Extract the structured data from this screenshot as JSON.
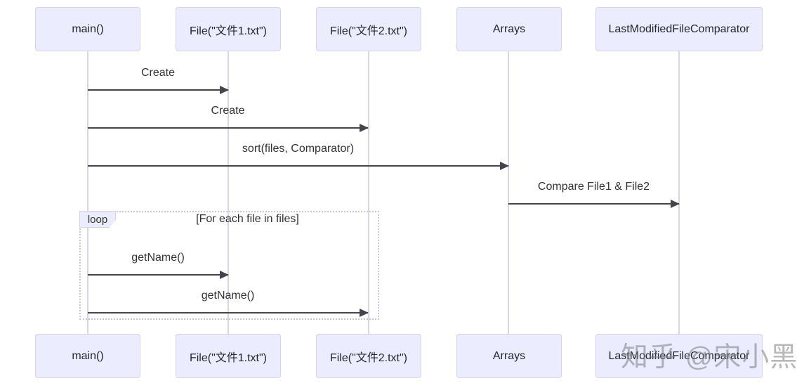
{
  "diagram": {
    "type": "sequence-diagram",
    "participants": [
      {
        "label": "main()"
      },
      {
        "label": "File(\"文件1.txt\")"
      },
      {
        "label": "File(\"文件2.txt\")"
      },
      {
        "label": "Arrays"
      },
      {
        "label": "LastModifiedFileComparator"
      }
    ],
    "messages": [
      {
        "label": "Create",
        "from": "main()",
        "to": "File(\"文件1.txt\")"
      },
      {
        "label": "Create",
        "from": "main()",
        "to": "File(\"文件2.txt\")"
      },
      {
        "label": "sort(files, Comparator)",
        "from": "main()",
        "to": "Arrays"
      },
      {
        "label": "Compare File1 & File2",
        "from": "Arrays",
        "to": "LastModifiedFileComparator"
      },
      {
        "label": "getName()",
        "from": "main()",
        "to": "File(\"文件1.txt\")"
      },
      {
        "label": "getName()",
        "from": "main()",
        "to": "File(\"文件2.txt\")"
      }
    ],
    "loop": {
      "label": "loop",
      "condition": "[For each file in files]",
      "contains_messages": [
        "getName()",
        "getName()"
      ]
    },
    "colors": {
      "actor_fill": "#ECECFF",
      "actor_border": "#d6d2ec",
      "arrow": "#44444c",
      "lifeline": "#d8d5e6",
      "loop_border": "#c9c3e6",
      "text": "#333333"
    },
    "watermark": "知乎 @宋小黑"
  }
}
